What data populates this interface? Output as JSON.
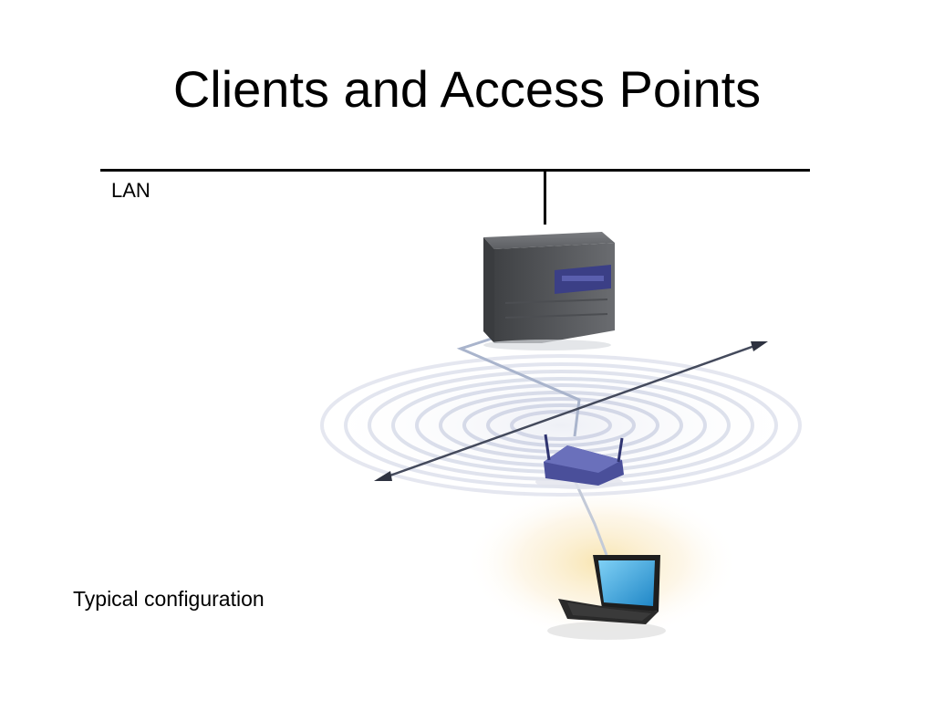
{
  "slide": {
    "title": "Clients and Access Points",
    "lan_label": "LAN",
    "caption": "Typical configuration"
  },
  "icons": {
    "server": "server-icon",
    "access_point": "wireless-access-point-icon",
    "laptop": "laptop-icon",
    "radio_waves": "wireless-coverage-rings",
    "range_arrow": "double-headed-arrow-icon"
  },
  "colors": {
    "server_body": "#55575a",
    "server_panel": "#3b3f86",
    "access_point": "#4a4f9a",
    "rings": "#d4d8e6",
    "laptop_screen": "#3ea7e0",
    "laptop_body": "#222222",
    "cable": "#a9b4cc",
    "glow": "#f7e7b8"
  }
}
